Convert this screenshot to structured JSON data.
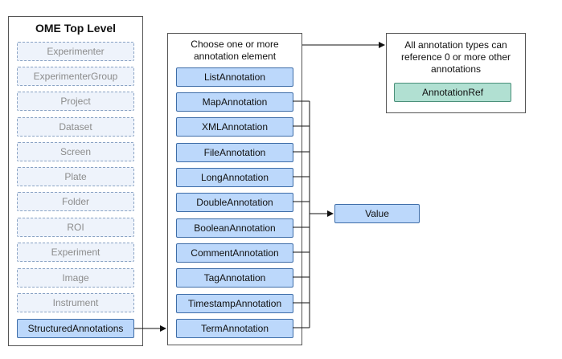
{
  "top_level": {
    "title": "OME Top Level",
    "items": [
      {
        "label": "Experimenter"
      },
      {
        "label": "ExperimenterGroup"
      },
      {
        "label": "Project"
      },
      {
        "label": "Dataset"
      },
      {
        "label": "Screen"
      },
      {
        "label": "Plate"
      },
      {
        "label": "Folder"
      },
      {
        "label": "ROI"
      },
      {
        "label": "Experiment"
      },
      {
        "label": "Image"
      },
      {
        "label": "Instrument"
      }
    ],
    "structured": "StructuredAnnotations"
  },
  "choose": {
    "caption_line1": "Choose one or more",
    "caption_line2": "annotation element",
    "items": [
      {
        "label": "ListAnnotation"
      },
      {
        "label": "MapAnnotation"
      },
      {
        "label": "XMLAnnotation"
      },
      {
        "label": "FileAnnotation"
      },
      {
        "label": "LongAnnotation"
      },
      {
        "label": "DoubleAnnotation"
      },
      {
        "label": "BooleanAnnotation"
      },
      {
        "label": "CommentAnnotation"
      },
      {
        "label": "TagAnnotation"
      },
      {
        "label": "TimestampAnnotation"
      },
      {
        "label": "TermAnnotation"
      }
    ]
  },
  "reference": {
    "line1": "All annotation types can",
    "line2": "reference 0 or more other",
    "line3": "annotations",
    "ref_label": "AnnotationRef"
  },
  "value_label": "Value",
  "colors": {
    "ghost_fill": "#eef3fb",
    "solid_fill": "#bcd8fb",
    "teal_fill": "#b1e0d2",
    "line": "#111111"
  }
}
